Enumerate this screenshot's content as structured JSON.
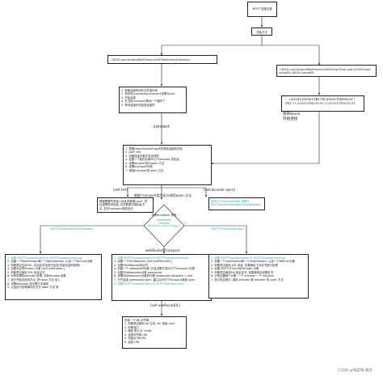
{
  "boxes": {
    "top": [
      "MQTT 连接过程"
    ],
    "init": [
      "初始方法"
    ],
    "init_left": [
      "- (BOOL)connectAndWaitTimeout:(NSTimeInterval)timeout"
    ],
    "init_right": [
      "- (BOOL)connectAndWaitTimeout:(NSString*)host port:(UInt32)port usingSSL:(BOOL)usingSSL"
    ],
    "steps_a": [
      "1. 获取连接时间作为开始时间",
      "2. 把状态(connection)connect设置为true",
      "3. 开始连接",
      "4. 在当前runloop中等待一个循环了",
      "5. 等待连接状态检查连接时"
    ],
    "steps_b": [
      "- (void)connectWithConnectHandler:",
      "(MQTTConnectHandler)connectHandler",
      "保存block",
      "开始连接"
    ],
    "steps_c": [
      "1. 根据cleanSessionFlag状态清除连接的状态",
      "2. [self init]",
      "3. 创建连接对象并发送请求",
      "4. 创建一个新的对象MQTTDecoder,并初始",
      "5. 设置decoder的Stream 方法",
      "6. 设置transport代理",
      "7. 调用transport的 open 方法"
    ],
    "left_desc": [
      "根据需要所有接入地址的数据count, 然",
      "后重置时间信息, 并在数据中调用此方",
      "法, 并在transport调用这块"
    ],
    "right_note": [
      "将MQTTDecoderState 设置为",
      "MQTTDecoderStateDecodingHeader"
    ],
    "bl": [
      "1. 设置 MQTTTransportState 为 MQTTTransportOpening",
      "2. 创建一个ReadStream和一个WriteStream, 以及一个NSError对象",
      "3. 判断是否支持SSL, 将对应状态进行检查(内部包含的处理)",
      "4. 创建对应的Stream 对象 [self initStream:]",
      "5. 判断是否使用 SSL 验证证书",
      "6. 分别设置的decoder 处理, 并和encoder设置",
      "7. 执行开始当前的方法, 把 open 方法 加入",
      "8. 设置delegate 及代理方法调用",
      "9. 以及执行处理事件的方法 open 方法 等"
    ],
    "bc": [
      "1. 设置 MQTTTransportState 为 MQTTTransportOpening",
      "2. 创建一个URLRequest, [self endPointURL]",
      "3. 设置URLRequest的证书",
      "4. 创建一个 websocket对象, 并且设置它的MQTTTransport 代理",
      "5. 创建SRWebsocket对象 websocket",
      "6. 设置SRWebsocket对象的代理  websocket.delegate = self",
      "7. 打开连接 websocket open, 建立后MQTTTransport调用 open",
      "8. 设置 MQTTTransportState 为 MQTTTransportOpen"
    ],
    "br": [
      "1. 设置 MQTTTransportState 为 MQTTTransportOpening",
      "2. 创建一个readStream和一个writeStream, 以及一个NSError对象",
      "3. 判断是否使用 SSL 验证, 如果使用了对证书进行处理",
      "4. 创建 MQTTCFSocketDecoder 对象",
      "5. 判断是否使用SSL验证证书, 如果使用则设置证书",
      "6. 分别创建两个对象: 一个 encoder 一个 decoder",
      "7. 执行的过程中, 调用 encoder 和 decoder 的 open 方法"
    ],
    "bottom": [
      "拼接一个URL字符串",
      "1. 判断是否使用 ssl 生成 'ws' 或者 'wss'",
      "2. 判断端口",
      "3. 路径 默认为 '/mqtt'",
      "4. 返回字符串 URL",
      "5. 初始化 NSURL",
      "6. 返回 URL"
    ]
  },
  "labels": {
    "connect": "connect",
    "self_tell": "[self tell]",
    "decoder_open": "[self.decoder open]",
    "transport_split": "根据 transport类型区分调用open 方法",
    "decision_title": "判断transport 类型",
    "decision_opts": [
      "websocket",
      "cfsocket",
      "MQTTSSLSecurityPolicyTransport"
    ],
    "ws_transport": "webSocketTransport",
    "endpoint": "[self endPointURL]",
    "branch_left": "MQTTSSLSecurityPolicyTransport",
    "branch_right": "MQTTCFSocketTransport",
    "watermark": "CSDN @嗨皮嗨-嗨亮"
  }
}
